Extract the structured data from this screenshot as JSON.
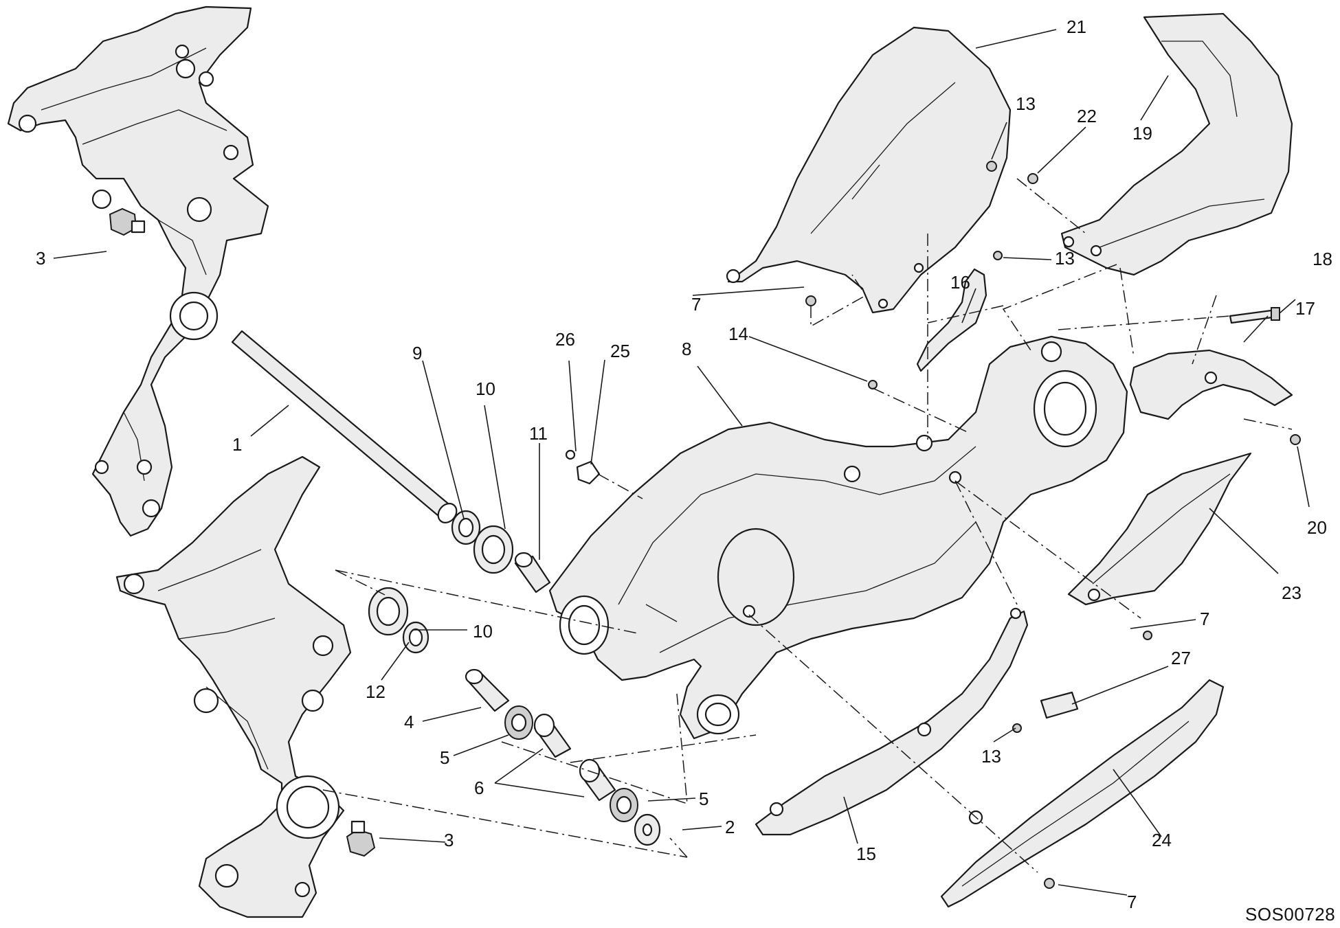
{
  "diagram": {
    "drawing_code": "SOS00728",
    "callouts": [
      {
        "id": "c1",
        "text": "1"
      },
      {
        "id": "c2",
        "text": "2"
      },
      {
        "id": "c3a",
        "text": "3"
      },
      {
        "id": "c3b",
        "text": "3"
      },
      {
        "id": "c4",
        "text": "4"
      },
      {
        "id": "c5a",
        "text": "5"
      },
      {
        "id": "c5b",
        "text": "5"
      },
      {
        "id": "c6",
        "text": "6"
      },
      {
        "id": "c7a",
        "text": "7"
      },
      {
        "id": "c7b",
        "text": "7"
      },
      {
        "id": "c7c",
        "text": "7"
      },
      {
        "id": "c8",
        "text": "8"
      },
      {
        "id": "c9",
        "text": "9"
      },
      {
        "id": "c10a",
        "text": "10"
      },
      {
        "id": "c10b",
        "text": "10"
      },
      {
        "id": "c11",
        "text": "11"
      },
      {
        "id": "c12",
        "text": "12"
      },
      {
        "id": "c13a",
        "text": "13"
      },
      {
        "id": "c13b",
        "text": "13"
      },
      {
        "id": "c13c",
        "text": "13"
      },
      {
        "id": "c14",
        "text": "14"
      },
      {
        "id": "c15",
        "text": "15"
      },
      {
        "id": "c16",
        "text": "16"
      },
      {
        "id": "c17",
        "text": "17"
      },
      {
        "id": "c18",
        "text": "18"
      },
      {
        "id": "c19",
        "text": "19"
      },
      {
        "id": "c20",
        "text": "20"
      },
      {
        "id": "c21",
        "text": "21"
      },
      {
        "id": "c22",
        "text": "22"
      },
      {
        "id": "c23",
        "text": "23"
      },
      {
        "id": "c24",
        "text": "24"
      },
      {
        "id": "c25",
        "text": "25"
      },
      {
        "id": "c26",
        "text": "26"
      },
      {
        "id": "c27",
        "text": "27"
      }
    ]
  }
}
